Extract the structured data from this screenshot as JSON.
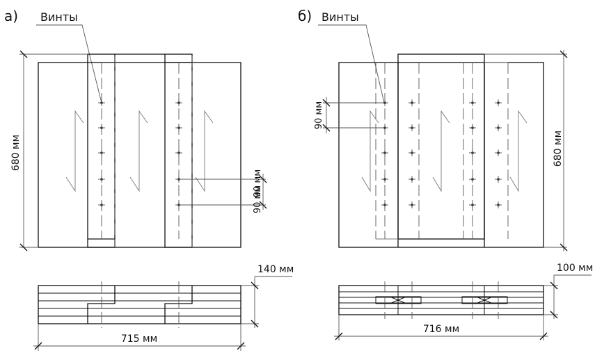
{
  "panel_a": {
    "label": "а)",
    "callout": "Винты",
    "height_dim": "680 мм",
    "spacing_dim": "90 мм",
    "thickness_dim": "140 мм",
    "width_dim": "715 мм"
  },
  "panel_b": {
    "label": "б)",
    "callout": "Винты",
    "height_dim": "680 мм",
    "spacing_dim": "90 мм",
    "thickness_dim": "100 мм",
    "width_dim": "716 мм"
  }
}
